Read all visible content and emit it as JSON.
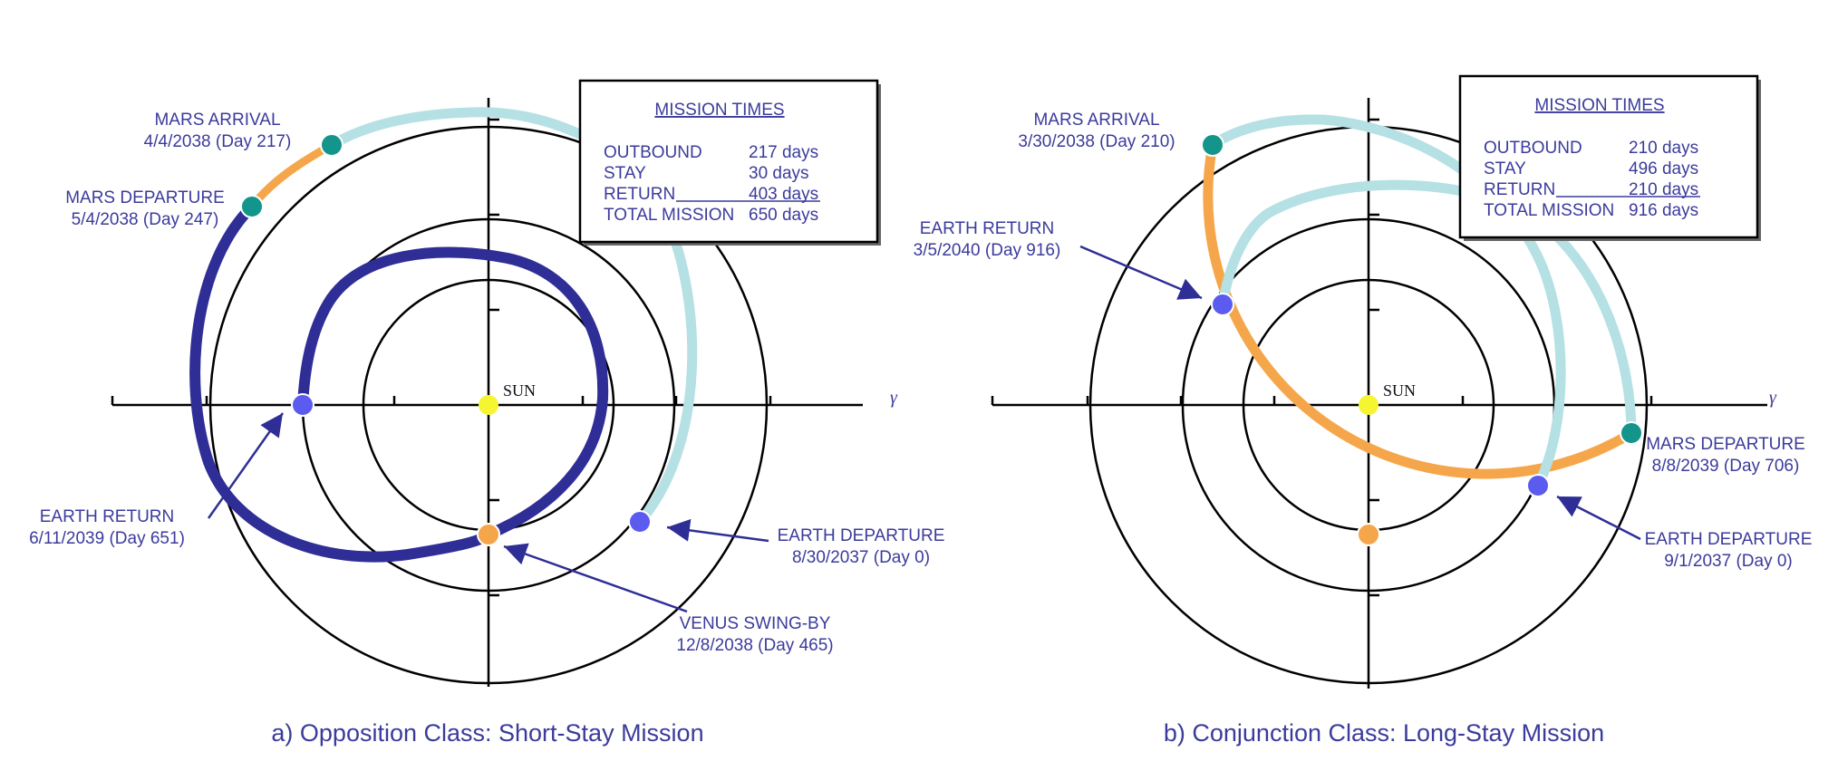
{
  "colors": {
    "label": "#3b3b9c",
    "outbound_path": "#b5e0e4",
    "return_path_opposition": "#2e2e96",
    "stay_path": "#f5a64a",
    "mars_point": "#13958b",
    "earth_point": "#5b5bf0",
    "venus_point": "#f5a64a",
    "sun": "#f5f532"
  },
  "panels": [
    {
      "caption": "a)  Opposition Class:  Short-Stay Mission",
      "sun_label": "SUN",
      "axis_symbol": "γ",
      "mission_times": {
        "title": "MISSION TIMES",
        "rows": [
          {
            "label": "OUTBOUND",
            "value": "217 days"
          },
          {
            "label": "STAY",
            "value": "30 days"
          },
          {
            "label": "RETURN",
            "value": "403 days"
          },
          {
            "label": "TOTAL MISSION",
            "value": "650 days"
          }
        ]
      },
      "events": [
        {
          "name": "MARS ARRIVAL",
          "date": "4/4/2038 (Day 217)"
        },
        {
          "name": "MARS DEPARTURE",
          "date": "5/4/2038 (Day 247)"
        },
        {
          "name": "EARTH RETURN",
          "date": "6/11/2039 (Day 651)"
        },
        {
          "name": "EARTH  DEPARTURE",
          "date": "8/30/2037 (Day 0)"
        },
        {
          "name": "VENUS SWING-BY",
          "date": "12/8/2038 (Day 465)"
        }
      ]
    },
    {
      "caption": "b)  Conjunction Class:  Long-Stay Mission",
      "sun_label": "SUN",
      "axis_symbol": "γ",
      "mission_times": {
        "title": "MISSION TIMES",
        "rows": [
          {
            "label": "OUTBOUND",
            "value": "210 days"
          },
          {
            "label": "STAY",
            "value": "496 days"
          },
          {
            "label": "RETURN",
            "value": "210 days"
          },
          {
            "label": "TOTAL MISSION",
            "value": "916 days"
          }
        ]
      },
      "events": [
        {
          "name": "MARS ARRIVAL",
          "date": "3/30/2038 (Day 210)"
        },
        {
          "name": "EARTH RETURN",
          "date": "3/5/2040 (Day 916)"
        },
        {
          "name": "MARS DEPARTURE",
          "date": "8/8/2039 (Day 706)"
        },
        {
          "name": "EARTH  DEPARTURE",
          "date": "9/1/2037 (Day 0)"
        }
      ]
    }
  ]
}
